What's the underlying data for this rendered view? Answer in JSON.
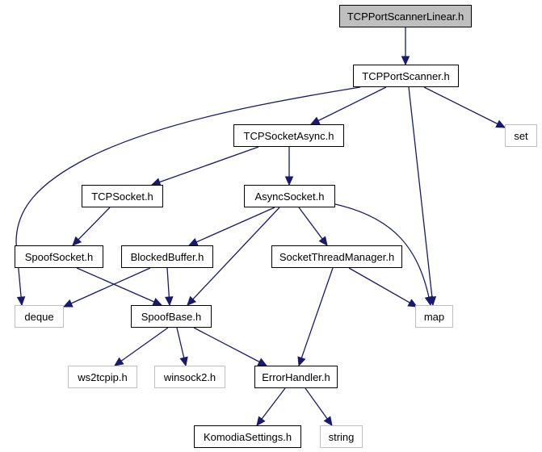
{
  "nodes": {
    "tcpportscannerlinear": "TCPPortScannerLinear.h",
    "tcpportscanner": "TCPPortScanner.h",
    "set": "set",
    "tcpsocketasync": "TCPSocketAsync.h",
    "tcpsocket": "TCPSocket.h",
    "asyncsocket": "AsyncSocket.h",
    "spoofsocket": "SpoofSocket.h",
    "blockedbuffer": "BlockedBuffer.h",
    "socketthreadmanager": "SocketThreadManager.h",
    "deque": "deque",
    "spoofbase": "SpoofBase.h",
    "map": "map",
    "ws2tcpip": "ws2tcpip.h",
    "winsock2": "winsock2.h",
    "errorhandler": "ErrorHandler.h",
    "komodiasettings": "KomodiaSettings.h",
    "string": "string"
  },
  "edges": [
    [
      "tcpportscannerlinear",
      "tcpportscanner"
    ],
    [
      "tcpportscanner",
      "deque"
    ],
    [
      "tcpportscanner",
      "tcpsocketasync"
    ],
    [
      "tcpportscanner",
      "map"
    ],
    [
      "tcpportscanner",
      "set"
    ],
    [
      "tcpsocketasync",
      "tcpsocket"
    ],
    [
      "tcpsocketasync",
      "asyncsocket"
    ],
    [
      "tcpsocket",
      "spoofsocket"
    ],
    [
      "asyncsocket",
      "blockedbuffer"
    ],
    [
      "asyncsocket",
      "spoofbase"
    ],
    [
      "asyncsocket",
      "socketthreadmanager"
    ],
    [
      "asyncsocket",
      "map"
    ],
    [
      "spoofsocket",
      "spoofbase"
    ],
    [
      "blockedbuffer",
      "deque"
    ],
    [
      "blockedbuffer",
      "spoofbase"
    ],
    [
      "socketthreadmanager",
      "map"
    ],
    [
      "socketthreadmanager",
      "errorhandler"
    ],
    [
      "spoofbase",
      "ws2tcpip"
    ],
    [
      "spoofbase",
      "winsock2"
    ],
    [
      "spoofbase",
      "errorhandler"
    ],
    [
      "errorhandler",
      "komodiasettings"
    ],
    [
      "errorhandler",
      "string"
    ]
  ]
}
